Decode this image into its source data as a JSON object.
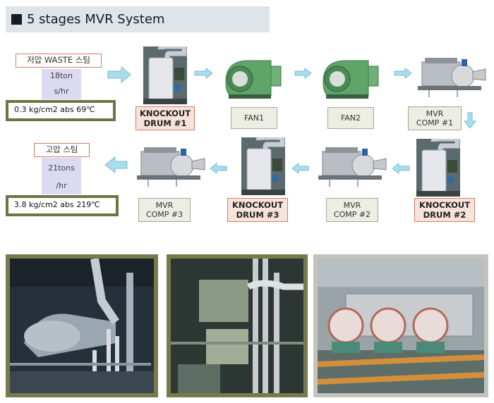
{
  "header": {
    "title": "5 stages MVR System"
  },
  "input": {
    "label": "저압 WASTE 스팀",
    "flow_line1": "18ton",
    "flow_line2": "s/hr",
    "condition": "0.3 kg/cm2 abs  69℃"
  },
  "output": {
    "label": "고압 스팀",
    "flow_line1": "21tons",
    "flow_line2": "/hr",
    "condition": "3.8 kg/cm2 abs 219℃"
  },
  "equipment": {
    "knockout1": {
      "line1": "KNOCKOUT",
      "line2": "DRUM #1"
    },
    "fan1": {
      "line1": "FAN1"
    },
    "fan2": {
      "line1": "FAN2"
    },
    "mvr1": {
      "line1": "MVR",
      "line2": "COMP #1"
    },
    "knockout2": {
      "line1": "KNOCKOUT",
      "line2": "DRUM #2"
    },
    "mvr2": {
      "line1": "MVR",
      "line2": "COMP #2"
    },
    "knockout3": {
      "line1": "KNOCKOUT",
      "line2": "DRUM #3"
    },
    "mvr3": {
      "line1": "MVR",
      "line2": "COMP #3"
    }
  },
  "colors": {
    "title_bg": "#dde4ea",
    "arrow": "#a9dcec",
    "pink_border": "#d77a66",
    "olive_frame": "#6f7346",
    "fan_green": "#5fa56a"
  }
}
